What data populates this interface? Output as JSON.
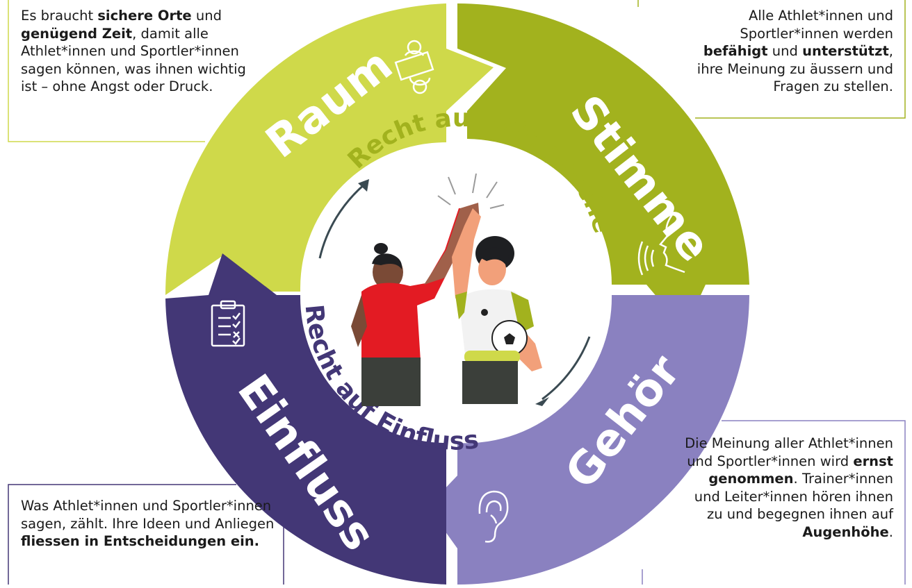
{
  "colors": {
    "raum": "#cfd94a",
    "stimme": "#a2b21e",
    "gehoer": "#8a81c0",
    "einfluss": "#433776",
    "center_green": "#a2b21e",
    "center_purple": "#433776",
    "box_line": "#cfd94a",
    "box_line_purple": "#433776"
  },
  "segments": {
    "raum": "Raum",
    "stimme": "Stimme",
    "gehoer": "Gehör",
    "einfluss": "Einfluss"
  },
  "center": {
    "top_arc": "Recht auf Mitsprache",
    "bottom_arc": "Recht auf Einfluss"
  },
  "notes": {
    "raum": {
      "p1": "Es braucht ",
      "b1": "sichere Orte",
      "p2": " und ",
      "b2": "genügend Zeit",
      "p3": ", damit alle Athlet*innen und Sportler*innen sagen können, was ihnen wichtig ist – ohne Angst oder Druck."
    },
    "stimme": {
      "p1": "Alle Athlet*innen und Sportler*innen werden ",
      "b1": "befähigt",
      "p2": " und ",
      "b2": "unterstützt",
      "p3": ", ihre Meinung zu äussern und Fragen zu stellen."
    },
    "gehoer": {
      "p1": "Die Meinung aller Athlet*innen und Sportler*innen wird ",
      "b1": "ernst genommen",
      "p2": ".  Trainer*innen und Leiter*innen hören ihnen zu und begegnen ihnen auf ",
      "b2": "Augenhöhe",
      "p3": "."
    },
    "einfluss": {
      "p1": "Was Athlet*innen und Sportler*innen sagen, zählt. Ihre Ideen und  Anliegen ",
      "b1": "fliessen in Entscheidungen ein."
    }
  },
  "icons": [
    "meeting-icon",
    "speaking-icon",
    "ear-icon",
    "checklist-icon",
    "high-five-illustration"
  ]
}
